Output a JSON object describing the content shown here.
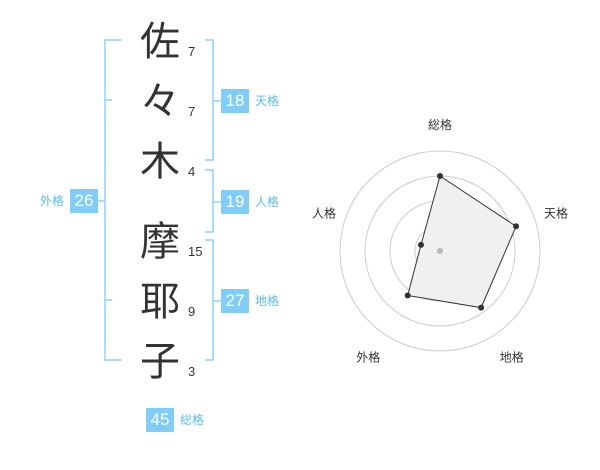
{
  "name": {
    "characters": [
      {
        "char": "佐",
        "strokes": "7"
      },
      {
        "char": "々",
        "strokes": "7"
      },
      {
        "char": "木",
        "strokes": "4"
      },
      {
        "char": "摩",
        "strokes": "15"
      },
      {
        "char": "耶",
        "strokes": "9"
      },
      {
        "char": "子",
        "strokes": "3"
      }
    ]
  },
  "fortunes": {
    "tenkaku": {
      "label": "天格",
      "value": "18"
    },
    "jinkaku": {
      "label": "人格",
      "value": "19"
    },
    "chikaku": {
      "label": "地格",
      "value": "27"
    },
    "gaikaku": {
      "label": "外格",
      "value": "26"
    },
    "soukaku": {
      "label": "総格",
      "value": "45"
    }
  },
  "radar": {
    "axes": [
      "総格",
      "天格",
      "地格",
      "外格",
      "人格"
    ],
    "values": [
      0.75,
      0.8,
      0.7,
      0.55,
      0.2
    ],
    "max_rings": 4
  },
  "colors": {
    "accent": "#80cdf7",
    "accent_text": "#5bbcf0",
    "bracket": "#8fd0f5",
    "ring": "#cccccc",
    "polygon_fill": "#f0f0f0",
    "polygon_stroke": "#333333"
  }
}
